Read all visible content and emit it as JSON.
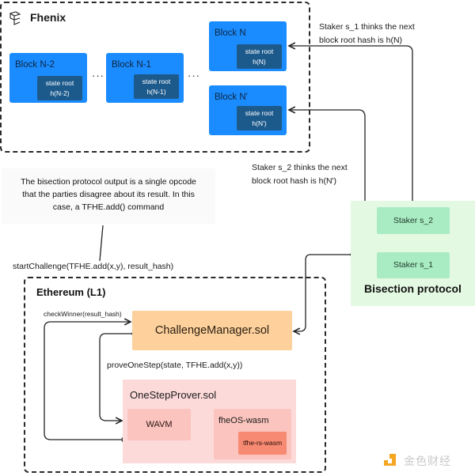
{
  "fhenix": {
    "title": "Fhenix",
    "logo_icon": "fhenix-logo-icon",
    "blocks": [
      {
        "title": "Block N-2",
        "state_label": "state root",
        "hash": "h(N-2)"
      },
      {
        "title": "Block N-1",
        "state_label": "state root",
        "hash": "h(N-1)"
      },
      {
        "title": "Block N",
        "state_label": "state root",
        "hash": "h(N)"
      },
      {
        "title": "Block N'",
        "state_label": "state root",
        "hash": "h(N')"
      }
    ],
    "ellipsis": "···"
  },
  "notes": {
    "staker1_line1": "Staker s_1 thinks the next",
    "staker1_line2": "block root hash is h(N)",
    "staker2_line1": "Staker s_2 thinks the next",
    "staker2_line2": "block root hash is h(N')"
  },
  "callout": {
    "line1": "The bisection protocol output is a single opcode",
    "line2": "that the parties disagree about its result. In this",
    "line3": "case, a TFHE.add() command"
  },
  "bisection": {
    "title": "Bisection protocol",
    "staker2": "Staker s_2",
    "staker1": "Staker s_1"
  },
  "calls": {
    "start_challenge": "startChallenge(TFHE.add(x,y), result_hash)",
    "check_winner": "checkWinner(result_hash)",
    "prove_one_step": "proveOneStep(state, TFHE.add(x,y))"
  },
  "ethereum": {
    "title": "Ethereum (L1)",
    "challenge_manager": "ChallengeManager.sol",
    "one_step_prover": "OneStepProver.sol",
    "wavm": "WAVM",
    "fheos": "fheOS-wasm",
    "tfhe": "tfhe-rs-wasm"
  },
  "watermark": {
    "text": "金色财经",
    "icon": "jinse-logo-icon",
    "color": "#f5a623"
  }
}
